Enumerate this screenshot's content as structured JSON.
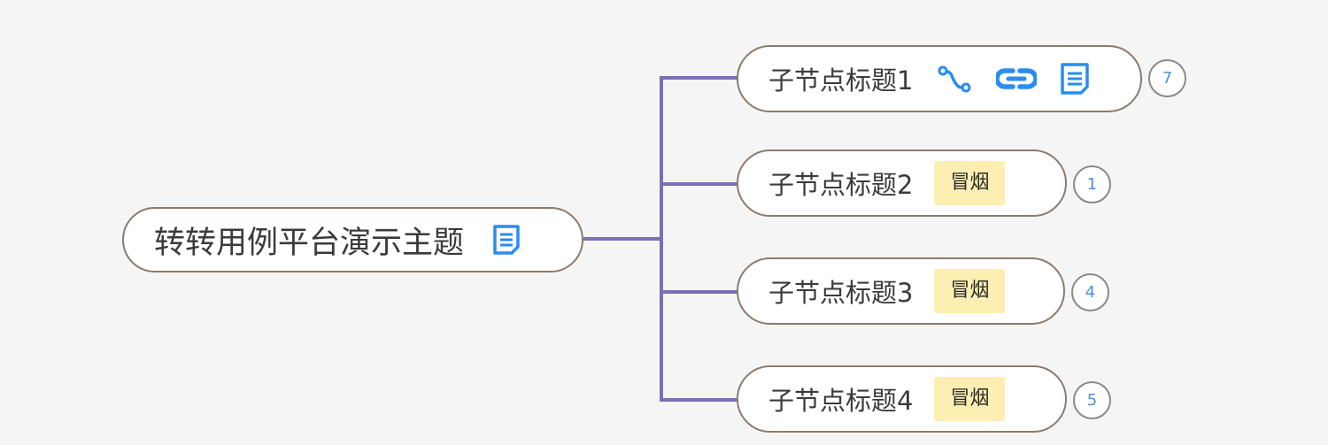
{
  "colors": {
    "connector": "#7b6fb5",
    "node_border": "#8c7b6b",
    "icon_blue": "#2a8cf0",
    "tag_bg": "#fdefb2",
    "count_text": "#4a90e2",
    "background": "#f5f5f5"
  },
  "root": {
    "title": "转转用例平台演示主题",
    "icons": [
      "note-icon"
    ]
  },
  "children": [
    {
      "title": "子节点标题1",
      "icons": [
        "relationship-icon",
        "link-icon",
        "note-icon"
      ],
      "tag": null,
      "count": "7"
    },
    {
      "title": "子节点标题2",
      "icons": [],
      "tag": "冒烟",
      "count": "1"
    },
    {
      "title": "子节点标题3",
      "icons": [],
      "tag": "冒烟",
      "count": "4"
    },
    {
      "title": "子节点标题4",
      "icons": [],
      "tag": "冒烟",
      "count": "5"
    }
  ]
}
